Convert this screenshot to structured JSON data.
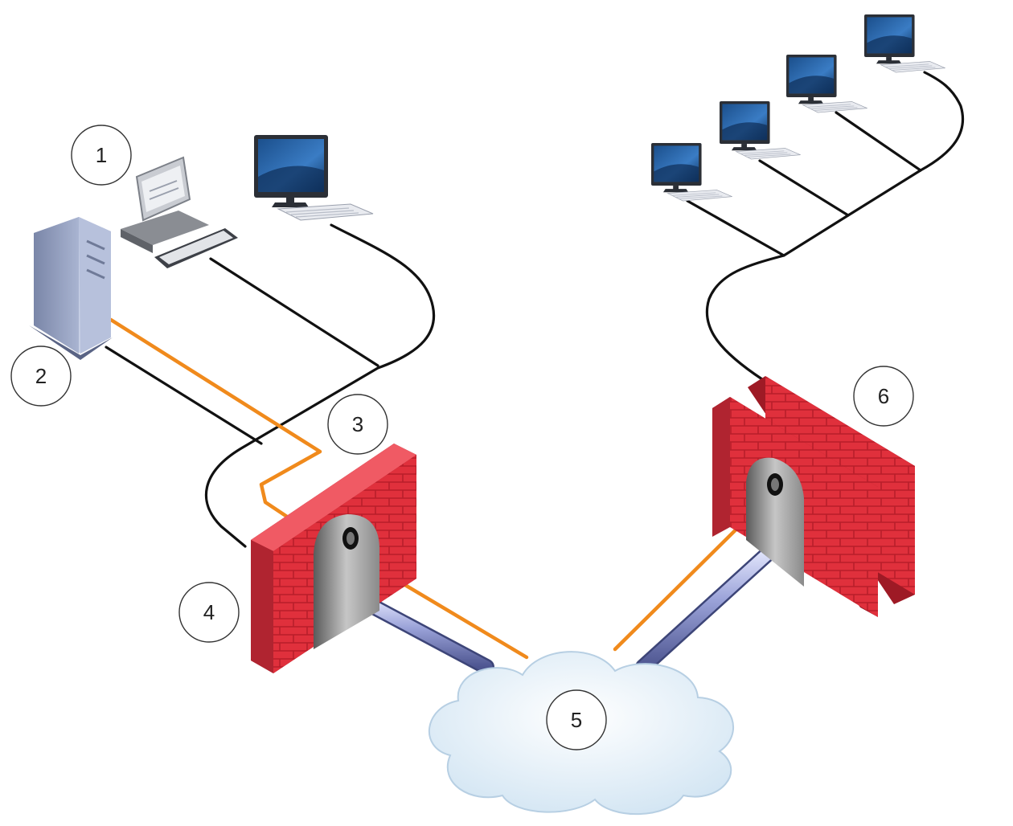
{
  "colors": {
    "background": "#ffffff",
    "lan_cable": "#111111",
    "tunnel_link": "#f08a1c",
    "wan_pipe": "#8c93c8",
    "firewall_brick": "#e0303c",
    "cloud": "#d5e8f5",
    "server": "#8a96b8"
  },
  "callouts": [
    {
      "id": "callout-1",
      "label": "1"
    },
    {
      "id": "callout-2",
      "label": "2"
    },
    {
      "id": "callout-3",
      "label": "3"
    },
    {
      "id": "callout-4",
      "label": "4"
    },
    {
      "id": "callout-5",
      "label": "5"
    },
    {
      "id": "callout-6",
      "label": "6"
    }
  ],
  "icons": [
    "server-tower-icon",
    "legacy-workstation-icon",
    "flat-monitor-workstation-icon",
    "firewall-icon",
    "double-firewall-icon",
    "internet-cloud-icon",
    "remote-workstation-icon"
  ]
}
